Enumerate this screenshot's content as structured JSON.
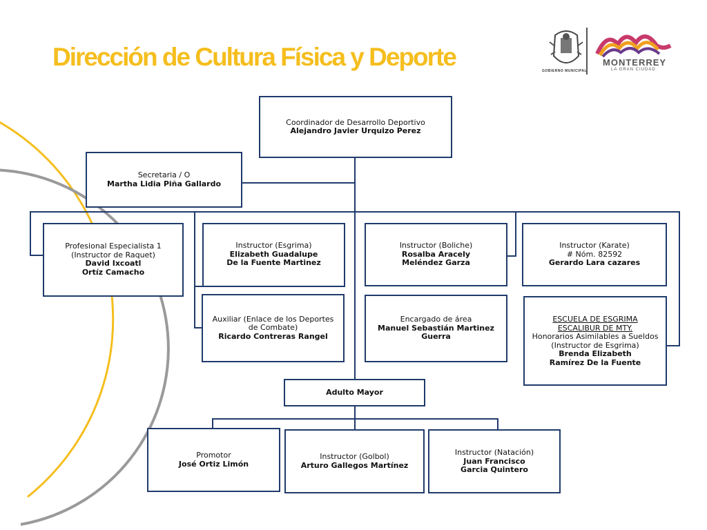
{
  "header": {
    "title": "Dirección de Cultura Física y Deporte"
  },
  "logos": {
    "gobierno_label": "GOBIERNO MUNICIPAL",
    "city_name": "MONTERREY",
    "city_tagline": "LA GRAN CIUDAD"
  },
  "colors": {
    "title": "#f5be1e",
    "box_border": "#1f3a6b",
    "arc_yellow": "#f5be1e",
    "arc_gray": "#9a9a9a"
  },
  "org": {
    "coordinador": {
      "role": "Coordinador de Desarrollo Deportivo",
      "name": "Alejandro Javier Urquizo Perez"
    },
    "secretaria": {
      "role": "Secretaria / O",
      "name": "Martha Lidia Piña Gallardo"
    },
    "raquet": {
      "role_1": "Profesional Especialista 1",
      "role_2": "(Instructor de Raquet)",
      "name_1": "David Ixcoatl",
      "name_2": "Ortíz Camacho"
    },
    "esgrima": {
      "role": "Instructor  (Esgrima)",
      "name_1": "Elizabeth Guadalupe",
      "name_2": "De la Fuente Martinez"
    },
    "auxiliar": {
      "role_1": "Auxiliar (Enlace de los Deportes",
      "role_2": "de Combate)",
      "name": "Ricardo Contreras Rangel"
    },
    "boliche": {
      "role": "Instructor (Boliche)",
      "name_1": "Rosalba Aracely",
      "name_2": "Meléndez Garza"
    },
    "encargado": {
      "role": "Encargado de área",
      "name": "Manuel Sebastián Martinez Guerra"
    },
    "karate": {
      "role": "Instructor (Karate)",
      "name_1": "# Nóm. 82592",
      "name_2": "Gerardo Lara cazares"
    },
    "escuela": {
      "line_1": "ESCUELA DE ESGRIMA",
      "line_2": "ESCALIBUR DE MTY.",
      "line_3": "Honorarios Asimilables a Sueldos",
      "line_4": "(Instructor de Esgrima)",
      "name_1": "Brenda Elizabeth",
      "name_2": "Ramírez De la Fuente"
    },
    "adulto_mayor": {
      "label": "Adulto Mayor"
    },
    "promotor": {
      "role": "Promotor",
      "name": "José Ortiz Limón"
    },
    "golbol": {
      "role": "Instructor (Golbol)",
      "name": "Arturo Gallegos Martínez"
    },
    "natacion": {
      "role": "Instructor (Natación)",
      "name_1": "Juan Francisco",
      "name_2": "Garcia Quintero"
    }
  }
}
